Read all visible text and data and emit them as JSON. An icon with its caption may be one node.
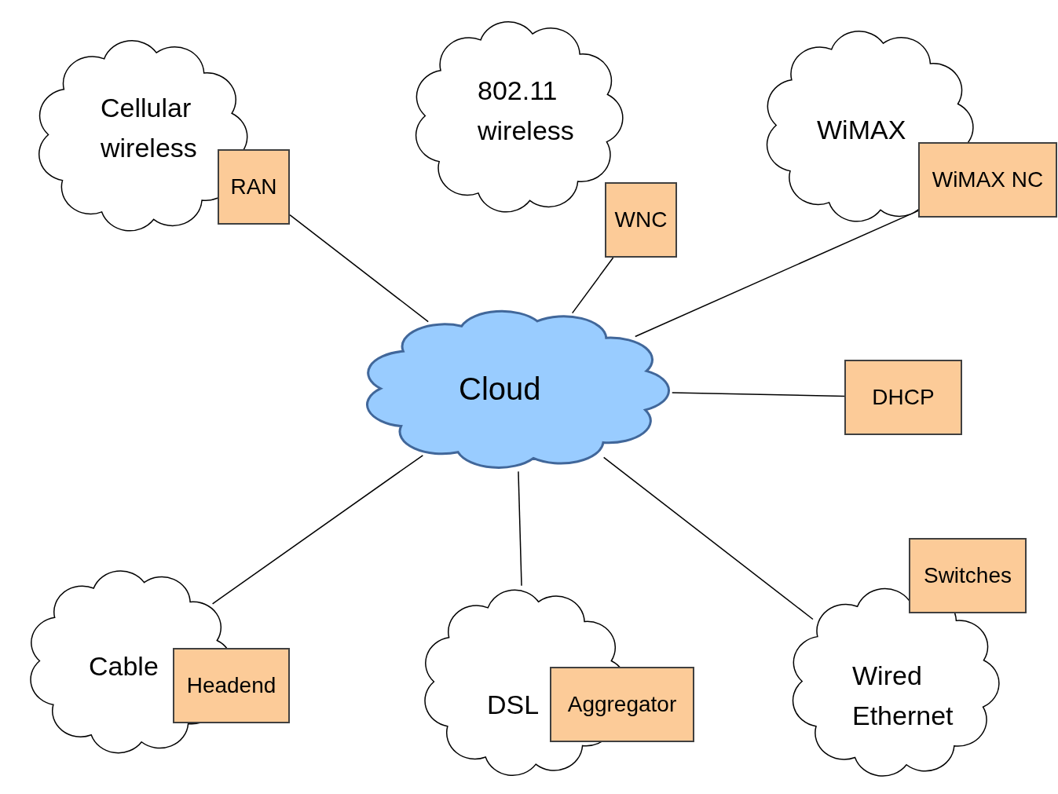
{
  "diagram": {
    "nodes": [
      {
        "text": [
          "Cellular wireless"
        ]
      },
      {
        "text": [
          "RAN"
        ]
      },
      {
        "text": [
          "802.11 wireless"
        ]
      },
      {
        "text": [
          "WNC"
        ]
      },
      {
        "text": [
          "WiMAX"
        ]
      },
      {
        "text": [
          "WiMAX NC"
        ]
      },
      {
        "text": [
          "Cloud"
        ]
      },
      {
        "text": [
          "DHCP"
        ]
      },
      {
        "text": [
          "Cable"
        ]
      },
      {
        "text": [
          "Headend"
        ]
      },
      {
        "text": [
          "DSL"
        ]
      },
      {
        "text": [
          "Aggregator"
        ]
      },
      {
        "text": [
          "Switches"
        ]
      },
      {
        "text": [
          "Wired Ethernet"
        ]
      }
    ],
    "edges": [
      {
        "from": 1,
        "to": 6,
        "arrow": "none"
      },
      {
        "from": 3,
        "to": 6,
        "arrow": "none"
      },
      {
        "from": 5,
        "to": 6,
        "arrow": "none"
      },
      {
        "from": 6,
        "to": 7,
        "arrow": "none"
      },
      {
        "from": 6,
        "to": 8,
        "arrow": "none"
      },
      {
        "from": 6,
        "to": 10,
        "arrow": "none"
      },
      {
        "from": 6,
        "to": 13,
        "arrow": "none"
      }
    ]
  }
}
